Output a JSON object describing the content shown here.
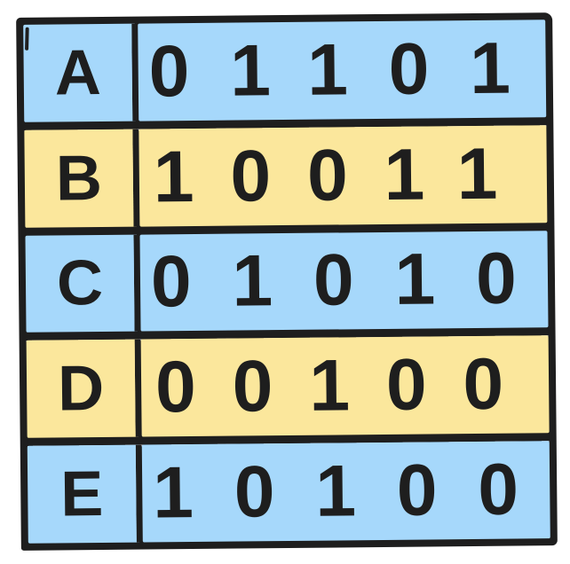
{
  "table": {
    "description": "Hand-drawn table of labeled 5-bit binary strings",
    "colors": {
      "row_blue": "#a6d8fb",
      "row_yellow": "#fbe79c",
      "ink": "#1e1e1e",
      "background": "#ffffff"
    },
    "rows": [
      {
        "label": "A",
        "bits": "01101",
        "color": "#a6d8fb"
      },
      {
        "label": "B",
        "bits": "10011",
        "color": "#fbe79c"
      },
      {
        "label": "C",
        "bits": "01010",
        "color": "#a6d8fb"
      },
      {
        "label": "D",
        "bits": "00100",
        "color": "#fbe79c"
      },
      {
        "label": "E",
        "bits": "10100",
        "color": "#a6d8fb"
      }
    ]
  }
}
